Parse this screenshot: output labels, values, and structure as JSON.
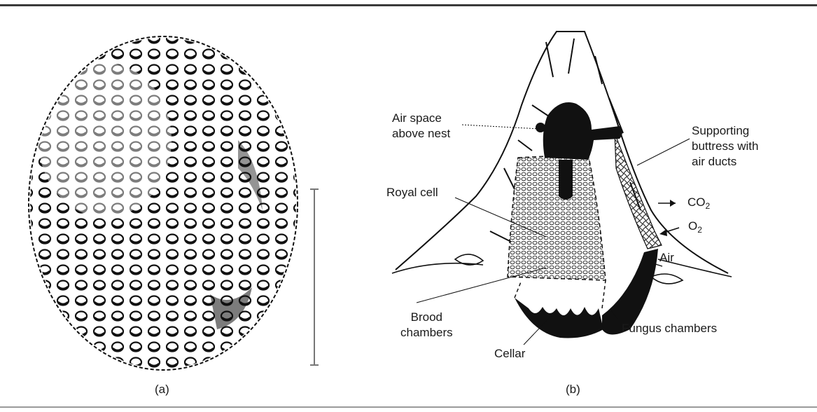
{
  "panel_a": {
    "caption": "(a)"
  },
  "panel_b": {
    "caption": "(b)",
    "labels": {
      "air_space_1": "Air space",
      "air_space_2": "above nest",
      "buttress_1": "Supporting",
      "buttress_2": "buttress with",
      "buttress_3": "air ducts",
      "royal_cell": "Royal cell",
      "co2_main": "CO",
      "co2_sub": "2",
      "o2_main": "O",
      "o2_sub": "2",
      "air": "Air",
      "brood_1": "Brood",
      "brood_2": "chambers",
      "fungus": "Fungus chambers",
      "cellar": "Cellar"
    }
  }
}
